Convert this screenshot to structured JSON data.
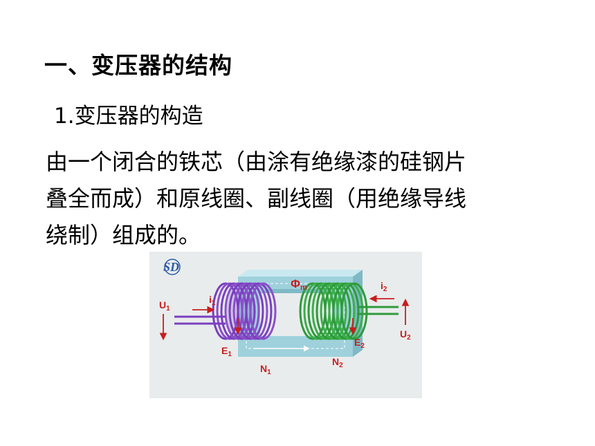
{
  "section": {
    "heading": "一、变压器的结构",
    "subheading": "1.变压器的构造",
    "paragraph_lines": [
      "由一个闭合的铁芯（由涂有绝缘漆的硅钢片",
      "叠全而成）和原线圈、副线圈（用绝缘导线",
      "绕制）组成的。"
    ]
  },
  "figure": {
    "logo_mark": "SD",
    "labels": {
      "flux": "Φ",
      "flux_sub": "m",
      "u1": "U",
      "u1_sub": "1",
      "i1": "i",
      "i1_sub": "1",
      "e1": "E",
      "e1_sub": "1",
      "n1": "N",
      "n1_sub": "1",
      "i2": "i",
      "i2_sub": "2",
      "u2": "U",
      "u2_sub": "2",
      "e2": "E",
      "e2_sub": "2",
      "n2": "N",
      "n2_sub": "2"
    },
    "colors": {
      "label_red": "#c81e1e",
      "primary_coil": "#8a4fc8",
      "secondary_coil": "#2f9a3c",
      "core": "#9fd1dc"
    }
  }
}
